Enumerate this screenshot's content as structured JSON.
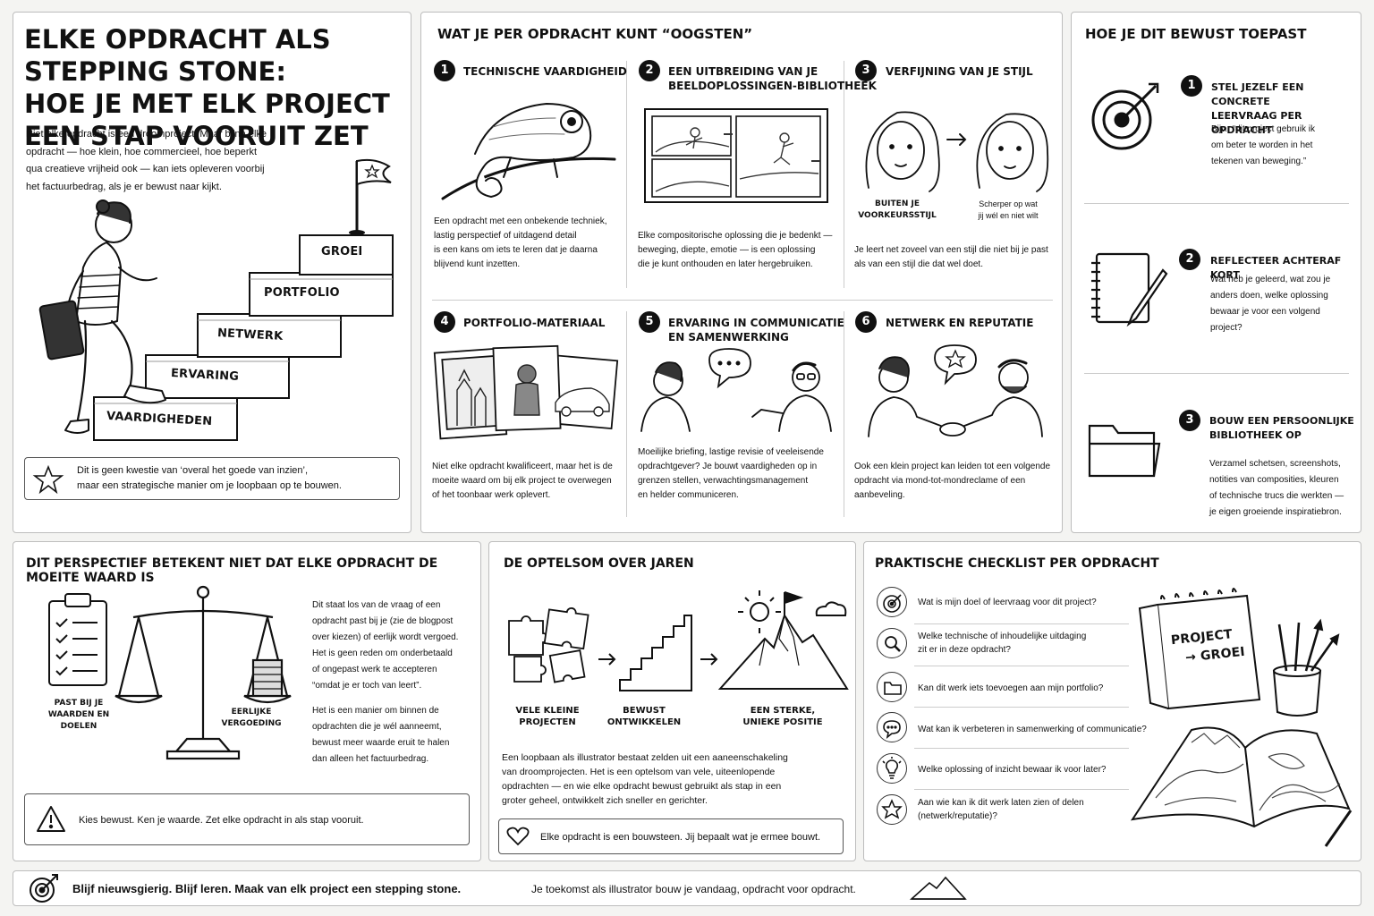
{
  "hero": {
    "title_lines": [
      "ELKE OPDRACHT ALS STEPPING STONE:",
      "HOE JE MET ELK PROJECT",
      "EEN STAP VOORUIT ZET"
    ],
    "intro_lines": [
      "Niet elke opdracht is een droomproject. Maar bijna elke",
      "opdracht — hoe klein, hoe commercieel, hoe beperkt",
      "qua creatieve vrijheid ook — kan iets opleveren voorbij",
      "het factuurbedrag, als je er bewust naar kijkt."
    ],
    "stairs": [
      "VAARDIGHEDEN",
      "ERVARING",
      "NETWERK",
      "PORTFOLIO",
      "GROEI"
    ],
    "note_lines": [
      "Dit is geen kwestie van ‘overal het goede van inzien’,",
      "maar een strategische manier om je loopbaan op te bouwen."
    ]
  },
  "harvest": {
    "title": "WAT JE PER OPDRACHT KUNT “OOGSTEN”",
    "items": [
      {
        "num": "1",
        "title_lines": [
          "TECHNISCHE VAARDIGHEID"
        ],
        "text_lines": [
          "Een opdracht met een onbekende techniek,",
          "lastig perspectief of uitdagend detail",
          "is een kans om iets te leren dat je daarna",
          "blijvend kunt inzetten."
        ]
      },
      {
        "num": "2",
        "title_lines": [
          "EEN UITBREIDING VAN JE",
          "BEELDOPLOSSINGEN-BIBLIOTHEEK"
        ],
        "text_lines": [
          "Elke compositorische oplossing die je bedenkt —",
          "beweging, diepte, emotie — is een oplossing",
          "die je kunt onthouden en later hergebruiken."
        ]
      },
      {
        "num": "3",
        "title_lines": [
          "VERFIJNING VAN JE STIJL"
        ],
        "text_lines": [
          "Je leert net zoveel van een stijl die niet bij je past",
          "als van een stijl die dat wel doet."
        ],
        "captions": {
          "left_lines": [
            "BUITEN JE",
            "VOORKEURSSTIJL"
          ],
          "right_lines": [
            "Scherper op wat",
            "jij wél en niet wilt"
          ]
        }
      },
      {
        "num": "4",
        "title_lines": [
          "PORTFOLIO-MATERIAAL"
        ],
        "text_lines": [
          "Niet elke opdracht kwalificeert, maar het is de",
          "moeite waard om bij elk project te overwegen",
          "of het toonbaar werk oplevert."
        ]
      },
      {
        "num": "5",
        "title_lines": [
          "ERVARING IN COMMUNICATIE",
          "EN SAMENWERKING"
        ],
        "text_lines": [
          "Moeilijke briefing, lastige revisie of veeleisende",
          "opdrachtgever? Je bouwt vaardigheden op in",
          "grenzen stellen, verwachtingsmanagement",
          "en helder communiceren."
        ]
      },
      {
        "num": "6",
        "title_lines": [
          "NETWERK EN REPUTATIE"
        ],
        "text_lines": [
          "Ook een klein project kan leiden tot een volgende",
          "opdracht via mond-tot-mondreclame of een",
          "aanbeveling."
        ]
      }
    ]
  },
  "apply": {
    "title": "HOE JE DIT BEWUST TOEPAST",
    "items": [
      {
        "num": "1",
        "title_lines": [
          "STEL JEZELF EEN CONCRETE",
          "LEERVRAAG PER OPDRACHT"
        ],
        "text_lines": [
          "Bijv.: “dit project gebruik ik",
          "om beter te worden in het",
          "tekenen van beweging.”"
        ]
      },
      {
        "num": "2",
        "title_lines": [
          "REFLECTEER ACHTERAF KORT"
        ],
        "text_lines": [
          "Wat heb je geleerd, wat zou je",
          "anders doen, welke oplossing",
          "bewaar je voor een volgend",
          "project?"
        ]
      },
      {
        "num": "3",
        "title_lines": [
          "BOUW EEN PERSOONLIJKE",
          "BIBLIOTHEEK OP"
        ],
        "text_lines": [
          "Verzamel schetsen, screenshots,",
          "notities van composities, kleuren",
          "of technische trucs die werkten —",
          "je eigen groeiende inspiratiebron."
        ]
      }
    ]
  },
  "perspective": {
    "title": "DIT PERSPECTIEF BETEKENT NIET DAT ELKE OPDRACHT DE MOEITE WAARD IS",
    "left_caption_lines": [
      "PAST BIJ JE",
      "WAARDEN EN DOELEN"
    ],
    "right_caption_lines": [
      "EERLIJKE",
      "VERGOEDING"
    ],
    "para1_lines": [
      "Dit staat los van de vraag of een",
      "opdracht past bij je (zie de blogpost",
      "over kiezen) of eerlijk wordt vergoed.",
      "Het is geen reden om onderbetaald",
      "of ongepast werk te accepteren",
      "“omdat je er toch van leert”."
    ],
    "para2_lines": [
      "Het is een manier om binnen de",
      "opdrachten die je wél aanneemt,",
      "bewust meer waarde eruit te halen",
      "dan alleen het factuurbedrag."
    ],
    "note": "Kies bewust. Ken je waarde. Zet elke opdracht in als stap vooruit."
  },
  "sum": {
    "title": "DE OPTELSOM OVER JAREN",
    "captions": [
      [
        "VELE KLEINE",
        "PROJECTEN"
      ],
      [
        "BEWUST",
        "ONTWIKKELEN"
      ],
      [
        "EEN STERKE,",
        "UNIEKE POSITIE"
      ]
    ],
    "text_lines": [
      "Een loopbaan als illustrator bestaat zelden uit een aaneenschakeling",
      "van droomprojecten. Het is een optelsom van vele, uiteenlopende",
      "opdrachten — en wie elke opdracht bewust gebruikt als stap in een",
      "groter geheel, ontwikkelt zich sneller en gerichter."
    ],
    "note": "Elke opdracht is een bouwsteen. Jij bepaalt wat je ermee bouwt."
  },
  "checklist": {
    "title": "PRAKTISCHE CHECKLIST PER OPDRACHT",
    "items": [
      {
        "icon": "target-icon",
        "text_lines": [
          "Wat is mijn doel of leervraag voor dit project?"
        ]
      },
      {
        "icon": "magnifier-icon",
        "text_lines": [
          "Welke technische of inhoudelijke uitdaging",
          "zit er in deze opdracht?"
        ]
      },
      {
        "icon": "folder-icon",
        "text_lines": [
          "Kan dit werk iets toevoegen aan mijn portfolio?"
        ]
      },
      {
        "icon": "speech-bubble-icon",
        "text_lines": [
          "Wat kan ik verbeteren in samenwerking of communicatie?"
        ]
      },
      {
        "icon": "lightbulb-icon",
        "text_lines": [
          "Welke oplossing of inzicht bewaar ik voor later?"
        ]
      },
      {
        "icon": "star-icon",
        "text_lines": [
          "Aan wie kan ik dit werk laten zien of delen",
          "(netwerk/reputatie)?"
        ]
      }
    ],
    "calendar_lines": [
      "PROJECT",
      "→ GROEI"
    ]
  },
  "footer": {
    "bold": "Blijf nieuwsgierig. Blijf leren. Maak van elk project een stepping stone.",
    "text": "Je toekomst als illustrator bouw je vandaag, opdracht voor opdracht."
  }
}
